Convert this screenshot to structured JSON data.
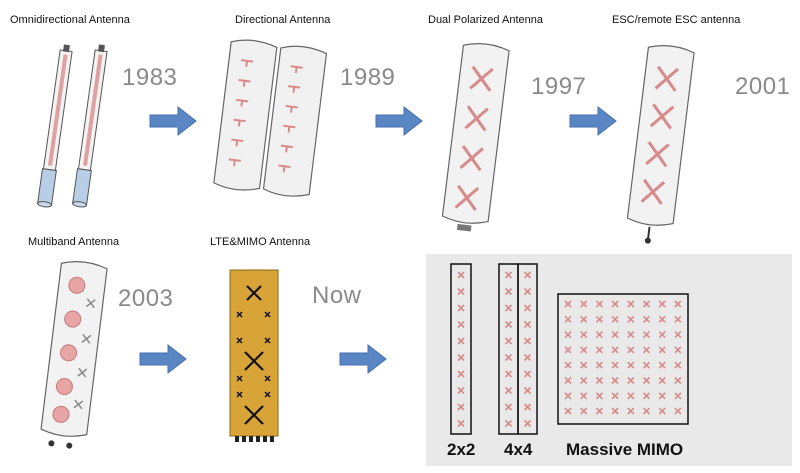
{
  "stages": [
    {
      "name": "Omnidirectional Antenna",
      "year": "1983"
    },
    {
      "name": "Directional Antenna",
      "year": "1989"
    },
    {
      "name": "Dual Polarized Antenna",
      "year": "1997"
    },
    {
      "name": "ESC/remote ESC antenna",
      "year": "2001"
    },
    {
      "name": "Multiband Antenna",
      "year": "2003"
    },
    {
      "name": "LTE&MIMO Antenna",
      "year": "Now"
    }
  ],
  "mimo_configs": [
    {
      "label": "2x2"
    },
    {
      "label": "4x4"
    },
    {
      "label": "Massive MIMO"
    }
  ],
  "colors": {
    "arrow": "#5b86c4",
    "element": "#d88a8a",
    "lte_body": "#d9a437",
    "year_text": "#8a8a8a"
  }
}
